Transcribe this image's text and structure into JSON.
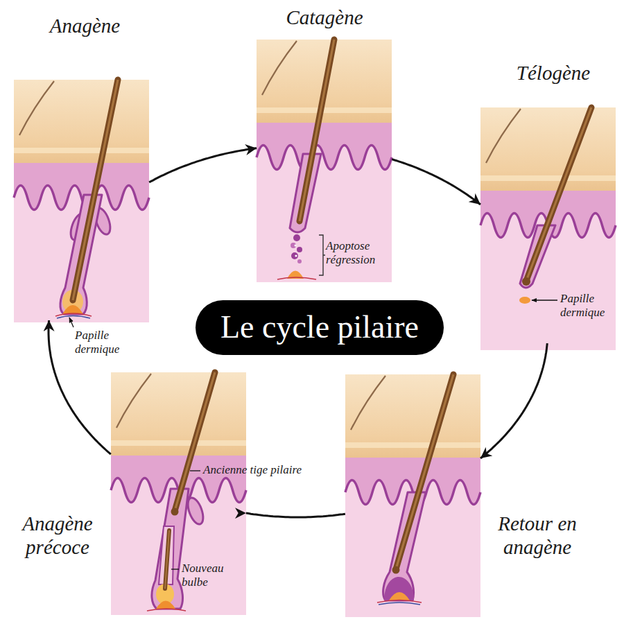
{
  "diagram": {
    "title": "Le cycle pilaire",
    "nodes": [
      {
        "text": [
          "Anagène"
        ]
      },
      {
        "text": [
          "Catagène"
        ]
      },
      {
        "text": [
          "Télogène"
        ]
      },
      {
        "text": [
          "Retour en anagène"
        ]
      },
      {
        "text": [
          "Anagène précoce"
        ]
      }
    ],
    "edges": [
      {
        "from": 0,
        "to": 1,
        "arrow": "to"
      },
      {
        "from": 1,
        "to": 2,
        "arrow": "to"
      },
      {
        "from": 2,
        "to": 3,
        "arrow": "to"
      },
      {
        "from": 3,
        "to": 4,
        "arrow": "to"
      },
      {
        "from": 4,
        "to": 0,
        "arrow": "to"
      }
    ],
    "labels": [
      "Papille dermique",
      "Apoptose régression",
      "Papille dermique",
      "Ancienne tige pilaire",
      "Nouveau bulbe"
    ]
  }
}
